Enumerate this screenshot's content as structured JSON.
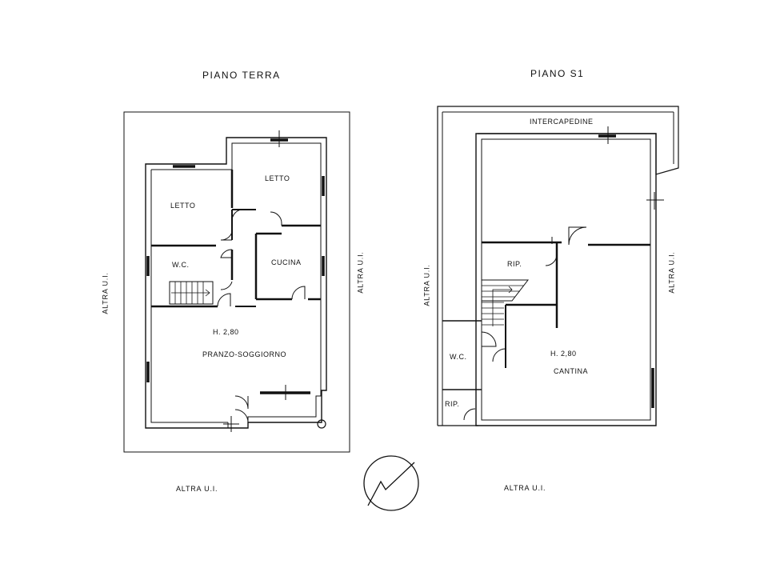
{
  "plans": {
    "ground": {
      "title": "PIANO  TERRA",
      "rooms": {
        "letto_left": "LETTO",
        "letto_right": "LETTO",
        "wc": "W.C.",
        "cucina": "CUCINA",
        "height": "H.  2,80",
        "pranzo": "PRANZO-SOGGIORNO"
      },
      "neighbors": {
        "left": "ALTRA U.I.",
        "right": "ALTRA U.I.",
        "bottom": "ALTRA U.I."
      }
    },
    "basement": {
      "title": "PIANO  S1",
      "rooms": {
        "intercapedine": "INTERCAPEDINE",
        "rip_upper": "RIP.",
        "wc": "W.C.",
        "height": "H.  2,80",
        "cantina": "CANTINA",
        "rip_lower": "RIP."
      },
      "neighbors": {
        "left": "ALTRA U.I.",
        "right": "ALTRA U.I.",
        "bottom": "ALTRA U.I."
      }
    }
  },
  "north_arrow": {
    "icon": "north-arrow-icon"
  }
}
